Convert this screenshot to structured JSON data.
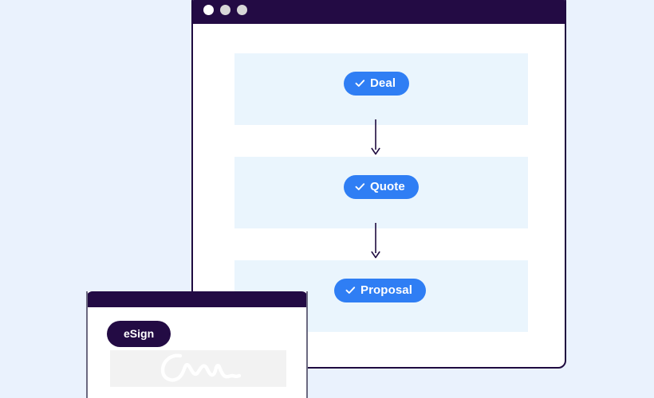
{
  "theme": {
    "page_background": "#eaf2fd",
    "window_chrome": "#230b44",
    "accent_blue": "#2f7ef4",
    "band_background": "#eaf5fd",
    "signature_box_background": "#f2f2f2",
    "arrow_color": "#1f0b40"
  },
  "main_window": {
    "titlebar": {
      "dots": [
        {
          "name": "window-dot-close",
          "color": "#ffffff"
        },
        {
          "name": "window-dot-minimize",
          "color": "#d7d7d7"
        },
        {
          "name": "window-dot-maximize",
          "color": "#d7d7d7"
        }
      ]
    },
    "flow": {
      "steps": [
        {
          "label": "Deal",
          "icon": "check-icon"
        },
        {
          "label": "Quote",
          "icon": "check-icon"
        },
        {
          "label": "Proposal",
          "icon": "check-icon"
        }
      ],
      "connectors": [
        {
          "icon": "arrow-down-icon"
        },
        {
          "icon": "arrow-down-icon"
        }
      ]
    }
  },
  "sign_window": {
    "badge_label": "eSign",
    "signature": {
      "icon": "signature-scribble-icon"
    }
  }
}
